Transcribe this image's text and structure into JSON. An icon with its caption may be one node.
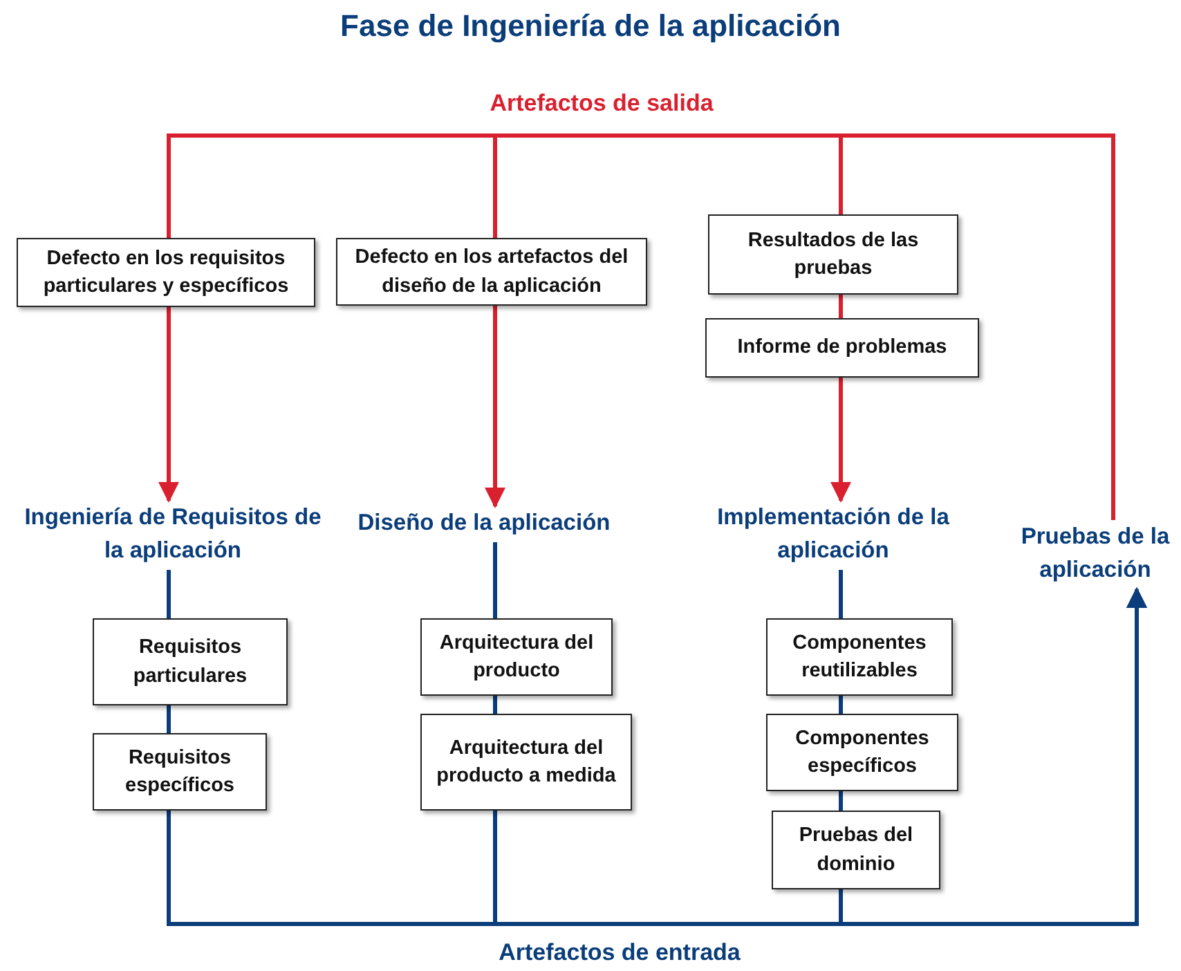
{
  "diagram": {
    "title": "Fase de Ingeniería de la aplicación",
    "nodes": [
      {
        "text": [
          "Defecto en los requisitos particulares y específicos"
        ]
      },
      {
        "text": [
          "Defecto en los artefactos del diseño de la aplicación"
        ]
      },
      {
        "text": [
          "Resultados de las pruebas"
        ]
      },
      {
        "text": [
          "Informe de problemas"
        ]
      },
      {
        "text": [
          "Ingeniería de Requisitos de la aplicación"
        ]
      },
      {
        "text": [
          "Diseño de la aplicación"
        ]
      },
      {
        "text": [
          "Implementación de la aplicación"
        ]
      },
      {
        "text": [
          "Pruebas de la aplicación"
        ]
      },
      {
        "text": [
          "Requisitos particulares"
        ]
      },
      {
        "text": [
          "Requisitos específicos"
        ]
      },
      {
        "text": [
          "Arquitectura del producto"
        ]
      },
      {
        "text": [
          "Arquitectura del producto a medida"
        ]
      },
      {
        "text": [
          "Componentes reutilizables"
        ]
      },
      {
        "text": [
          "Componentes específicos"
        ]
      },
      {
        "text": [
          "Pruebas del dominio"
        ]
      }
    ],
    "edges": [
      {
        "from": 7,
        "to": 0,
        "arrow": "none",
        "color": "#d9202e"
      },
      {
        "from": 0,
        "to": 4,
        "arrow": "to",
        "color": "#d9202e"
      },
      {
        "from": 7,
        "to": 1,
        "arrow": "none",
        "color": "#d9202e"
      },
      {
        "from": 1,
        "to": 5,
        "arrow": "to",
        "color": "#d9202e"
      },
      {
        "from": 7,
        "to": 2,
        "arrow": "none",
        "color": "#d9202e"
      },
      {
        "from": 2,
        "to": 3,
        "arrow": "none",
        "color": "#d9202e"
      },
      {
        "from": 3,
        "to": 6,
        "arrow": "to",
        "color": "#d9202e"
      },
      {
        "from": 4,
        "to": 8,
        "arrow": "none"
      },
      {
        "from": 8,
        "to": 9,
        "arrow": "none"
      },
      {
        "from": 9,
        "to": 7,
        "arrow": "to"
      },
      {
        "from": 5,
        "to": 10,
        "arrow": "none"
      },
      {
        "from": 10,
        "to": 11,
        "arrow": "none"
      },
      {
        "from": 11,
        "to": 7,
        "arrow": "to"
      },
      {
        "from": 6,
        "to": 12,
        "arrow": "none"
      },
      {
        "from": 12,
        "to": 13,
        "arrow": "none"
      },
      {
        "from": 13,
        "to": 14,
        "arrow": "none"
      },
      {
        "from": 14,
        "to": 7,
        "arrow": "to"
      }
    ],
    "labels": [
      "Artefactos de salida",
      "Artefactos de entrada"
    ]
  }
}
